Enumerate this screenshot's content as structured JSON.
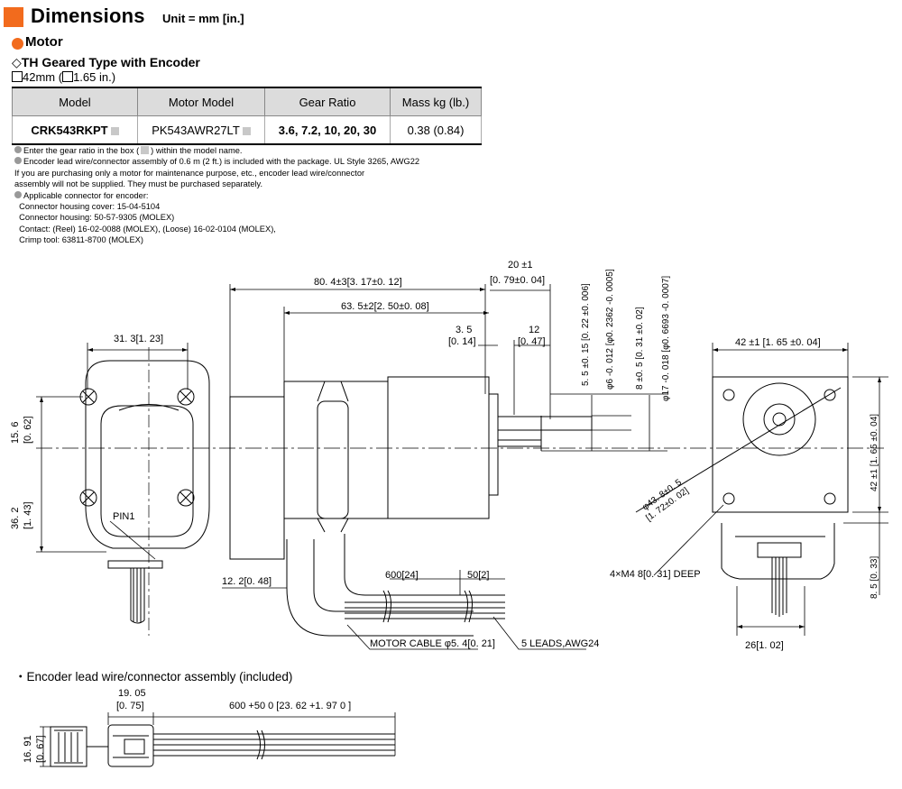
{
  "header": {
    "title": "Dimensions",
    "unit": "Unit = mm [in.]"
  },
  "section": {
    "motor_label": "Motor",
    "type_label": "◇TH Geared Type with Encoder",
    "size_a": "42mm (",
    "size_b": "1.65 in.)"
  },
  "table": {
    "headers": [
      "Model",
      "Motor Model",
      "Gear Ratio",
      "Mass kg (lb.)"
    ],
    "row": {
      "model": "CRK543RKPT",
      "motor_model": "PK543AWR27LT",
      "gear_ratio": "3.6, 7.2, 10, 20, 30",
      "mass": "0.38 (0.84)"
    }
  },
  "notes": {
    "n1a": "Enter the gear ratio in the box (",
    "n1b": ") within the model name.",
    "n2": "Encoder lead wire/connector assembly of 0.6 m (2 ft.) is included with the package. UL Style 3265, AWG22",
    "n3": "If you are purchasing only a motor for maintenance purpose, etc., encoder lead wire/connector",
    "n4": "assembly will not be supplied. They must be purchased separately.",
    "n5": "Applicable connector for encoder:",
    "n6": "  Connector housing cover: 15-04-5104",
    "n7": "  Connector housing: 50-57-9305 (MOLEX)",
    "n8": "  Contact: (Reel) 16-02-0088 (MOLEX), (Loose) 16-02-0104 (MOLEX),",
    "n9": "  Crimp tool: 63811-8700 (MOLEX)"
  },
  "drawing": {
    "d_313": "31. 3[1. 23]",
    "d_156": "15. 6",
    "d_156_in": "[0. 62]",
    "d_362": "36. 2",
    "d_362_in": "[1. 43]",
    "pin1": "PIN1",
    "d_804": "80. 4±3[3. 17±0. 12]",
    "d_635": "63. 5±2[2. 50±0. 08]",
    "d_20": "20 ±1",
    "d_20_in": "[0. 79±0. 04]",
    "d_35": "3. 5",
    "d_35_in": "[0. 14]",
    "d_12": "12",
    "d_12_in": "[0. 47]",
    "d_55": "5. 5 ±0. 15 [0. 22 ±0. 006]",
    "d_6": "φ6 -0. 012 [φ0. 2362 -0. 0005]",
    "d_85": "8 ±0. 5 [0. 31 ±0. 02]",
    "d_17": "φ17 -0. 018 [φ0. 6693 -0. 0007]",
    "d_122": "12. 2[0. 48]",
    "d_600": "600[24]",
    "d_50": "50[2]",
    "motor_cable": "MOTOR CABLE φ5. 4[0. 21]",
    "leads": "5 LEADS,AWG24",
    "d_42w": "42 ±1 [1. 65 ±0. 04]",
    "d_42h": "42 ±1 [1. 65 ±0. 04]",
    "d_438": "φ43. 8±0. 5",
    "d_438_in": "[1. 72±0. 02]",
    "deep": "4×M4 8[0. 31] DEEP",
    "d_85b": "8. 5 [0. 33]",
    "d_26": "26[1. 02]"
  },
  "encoder": {
    "title": "Encoder lead wire/connector assembly (included)",
    "d_1905": "19. 05",
    "d_1905_in": "[0. 75]",
    "d_600": "600 +50 0 [23. 62 +1. 97 0 ]",
    "d_1691": "16. 91",
    "d_1691_in": "[0. 67]"
  }
}
